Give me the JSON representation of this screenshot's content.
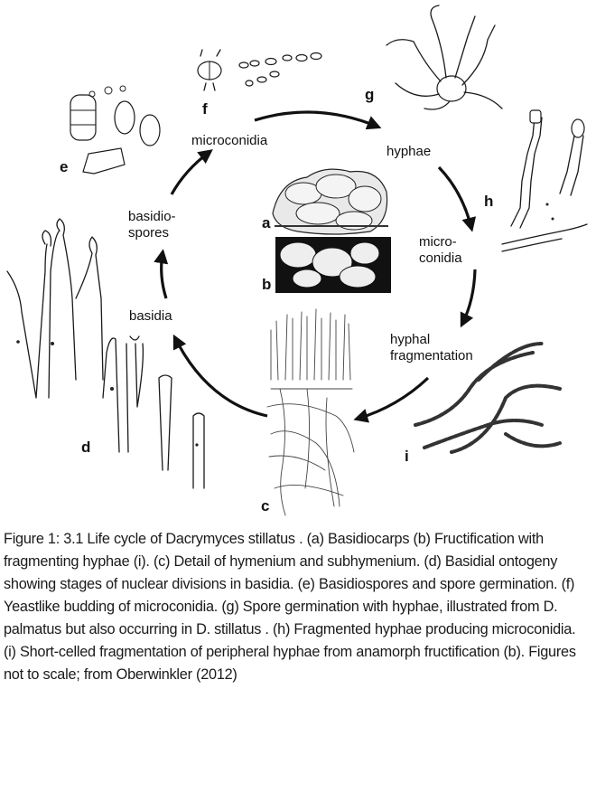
{
  "cycle_labels": {
    "microconidia_top": "microconidia",
    "hyphae": "hyphae",
    "microconidia_right": "micro-\nconidia",
    "hyphal_fragmentation": "hyphal\nfragmentation",
    "basidia": "basidia",
    "basidiospores": "basidio-\nspores"
  },
  "panel_letters": {
    "a": "a",
    "b": "b",
    "c": "c",
    "d": "d",
    "e": "e",
    "f": "f",
    "g": "g",
    "h": "h",
    "i": "i"
  },
  "caption": "Figure 1: 3.1 Life cycle of Dacrymyces stillatus . (a) Basidiocarps (b) Fructification with fragmenting hyphae (i). (c) Detail of hymenium and subhymenium. (d) Basidial ontogeny showing stages of nuclear divisions in basidia. (e) Basidiospores and spore germination. (f) Yeastlike budding of microconidia. (g) Spore germination with hyphae, illustrated from D. palmatus but also occurring in D. stillatus . (h) Fragmented hyphae producing microconidia. (i) Short-celled fragmentation of peripheral hyphae from anamorph fructification (b). Figures not to scale; from Oberwinkler (2012)"
}
